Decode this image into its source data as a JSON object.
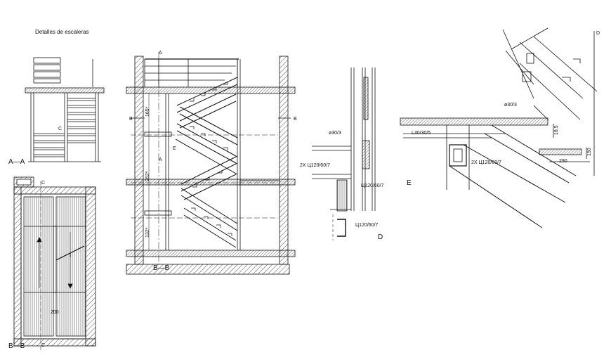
{
  "title": "Detalles de escaleras",
  "views": {
    "section_aa": "A—A",
    "plan_bb": "B—B",
    "elevation_bb": "B—B",
    "detail_d": "D",
    "detail_e": "E"
  },
  "cut_marks": {
    "a_top": "A",
    "a_mid": "A",
    "b_left": "B",
    "b_right": "B",
    "c_small": "C",
    "c_plan_top": "C",
    "c_plan_bottom": "C",
    "d_top": "D",
    "e_mark": "E"
  },
  "dimensions": {
    "elev_top": "165*",
    "elev_mid": "262*",
    "elev_bottom": "132*",
    "plan_width": "200",
    "detail_e_height": "18.5",
    "detail_e_width": "290",
    "detail_e_side": "150"
  },
  "annotations": {
    "d_rod": "ø30/3",
    "d_double_channel": "2X Ц120/60/7",
    "d_channel": "Ц120/60/7",
    "d_channel_bottom": "Ц120/60/7",
    "e_rod": "ø30/3",
    "e_angle": "L30/30/5",
    "e_double_channel": "2X Ц120/60/7"
  }
}
